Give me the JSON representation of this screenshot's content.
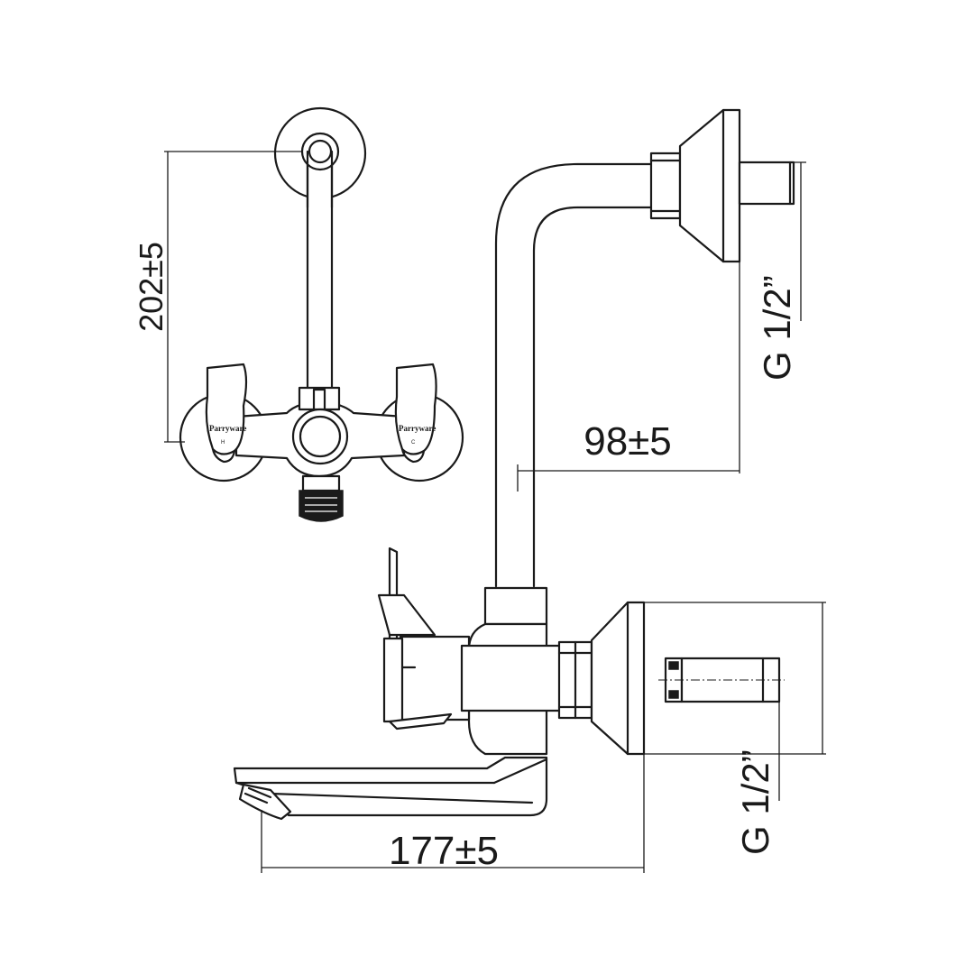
{
  "dimensions": {
    "overall_height": "202±5",
    "inlet_offset": "98±5",
    "spout_reach": "177±5",
    "upper_thread": "G 1/2”",
    "lower_thread": "G 1/2”"
  },
  "handle_marks": {
    "left_brand": "Parryware",
    "right_brand": "Parryware",
    "hot": "H",
    "cold": "C"
  }
}
